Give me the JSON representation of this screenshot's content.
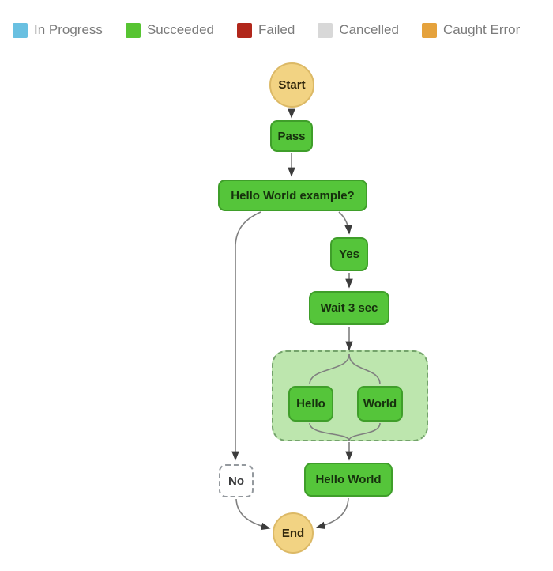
{
  "legend": {
    "items": [
      {
        "label": "In Progress",
        "color": "#69c0e1"
      },
      {
        "label": "Succeeded",
        "color": "#57c432"
      },
      {
        "label": "Failed",
        "color": "#b1271b"
      },
      {
        "label": "Cancelled",
        "color": "#d8d8d8"
      },
      {
        "label": "Caught Error",
        "color": "#e5a23c"
      }
    ]
  },
  "workflow": {
    "nodes": {
      "start": {
        "label": "Start",
        "type": "start",
        "status": "executed"
      },
      "pass": {
        "label": "Pass",
        "type": "pass",
        "status": "succeeded"
      },
      "choice": {
        "label": "Hello World example?",
        "type": "choice",
        "status": "succeeded"
      },
      "yes": {
        "label": "Yes",
        "type": "pass",
        "status": "succeeded"
      },
      "wait": {
        "label": "Wait 3 sec",
        "type": "wait",
        "status": "succeeded"
      },
      "parallel": {
        "label": "",
        "type": "parallel",
        "status": "succeeded"
      },
      "hello": {
        "label": "Hello",
        "type": "pass",
        "status": "succeeded"
      },
      "world": {
        "label": "World",
        "type": "pass",
        "status": "succeeded"
      },
      "no": {
        "label": "No",
        "type": "pass",
        "status": "not-executed"
      },
      "hello_world": {
        "label": "Hello World",
        "type": "pass",
        "status": "succeeded"
      },
      "end": {
        "label": "End",
        "type": "end",
        "status": "executed"
      }
    },
    "edges": [
      [
        "start",
        "pass"
      ],
      [
        "pass",
        "choice"
      ],
      [
        "choice",
        "yes"
      ],
      [
        "choice",
        "no"
      ],
      [
        "yes",
        "wait"
      ],
      [
        "wait",
        "parallel"
      ],
      [
        "parallel",
        "hello"
      ],
      [
        "parallel",
        "world"
      ],
      [
        "hello",
        "join"
      ],
      [
        "world",
        "join"
      ],
      [
        "parallel",
        "hello_world"
      ],
      [
        "no",
        "end"
      ],
      [
        "hello_world",
        "end"
      ]
    ]
  },
  "colors": {
    "node_green_fill": "#55c53a",
    "node_green_border": "#3f9e2a",
    "parallel_fill": "#bde6ae",
    "parallel_border": "#74a36b",
    "terminal_fill": "#f2d383",
    "terminal_border": "#dcb966",
    "edge_stroke": "#7f7f7f",
    "arrowhead": "#3c3c3c",
    "legend_text": "#7b7b7b"
  }
}
